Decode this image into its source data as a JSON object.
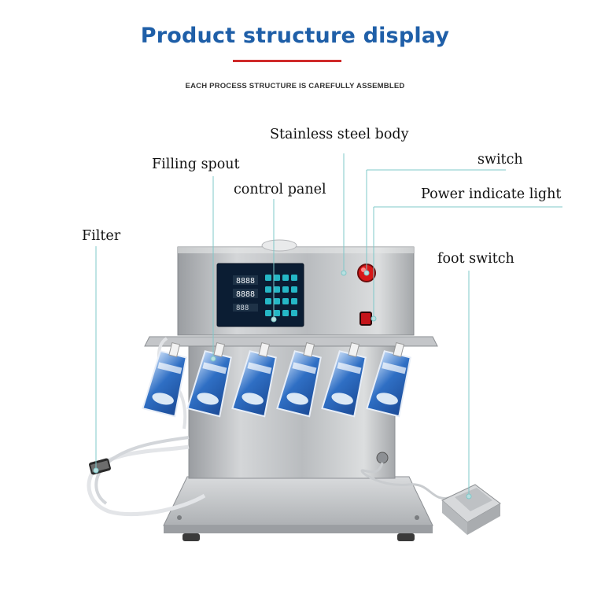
{
  "header": {
    "title": "Product structure display",
    "subtitle": "EACH PROCESS STRUCTURE IS CAREFULLY ASSEMBLED"
  },
  "labels": {
    "body": "Stainless steel body",
    "spout": "Filling spout",
    "switch": "switch",
    "panel": "control panel",
    "light": "Power indicate light",
    "filter": "Filter",
    "foot": "foot switch"
  },
  "colors": {
    "title": "#1f5fa8",
    "accent_bar": "#cf2a2a",
    "leader_line": "#7fc8c9",
    "pouch": "#2f6fc4"
  }
}
